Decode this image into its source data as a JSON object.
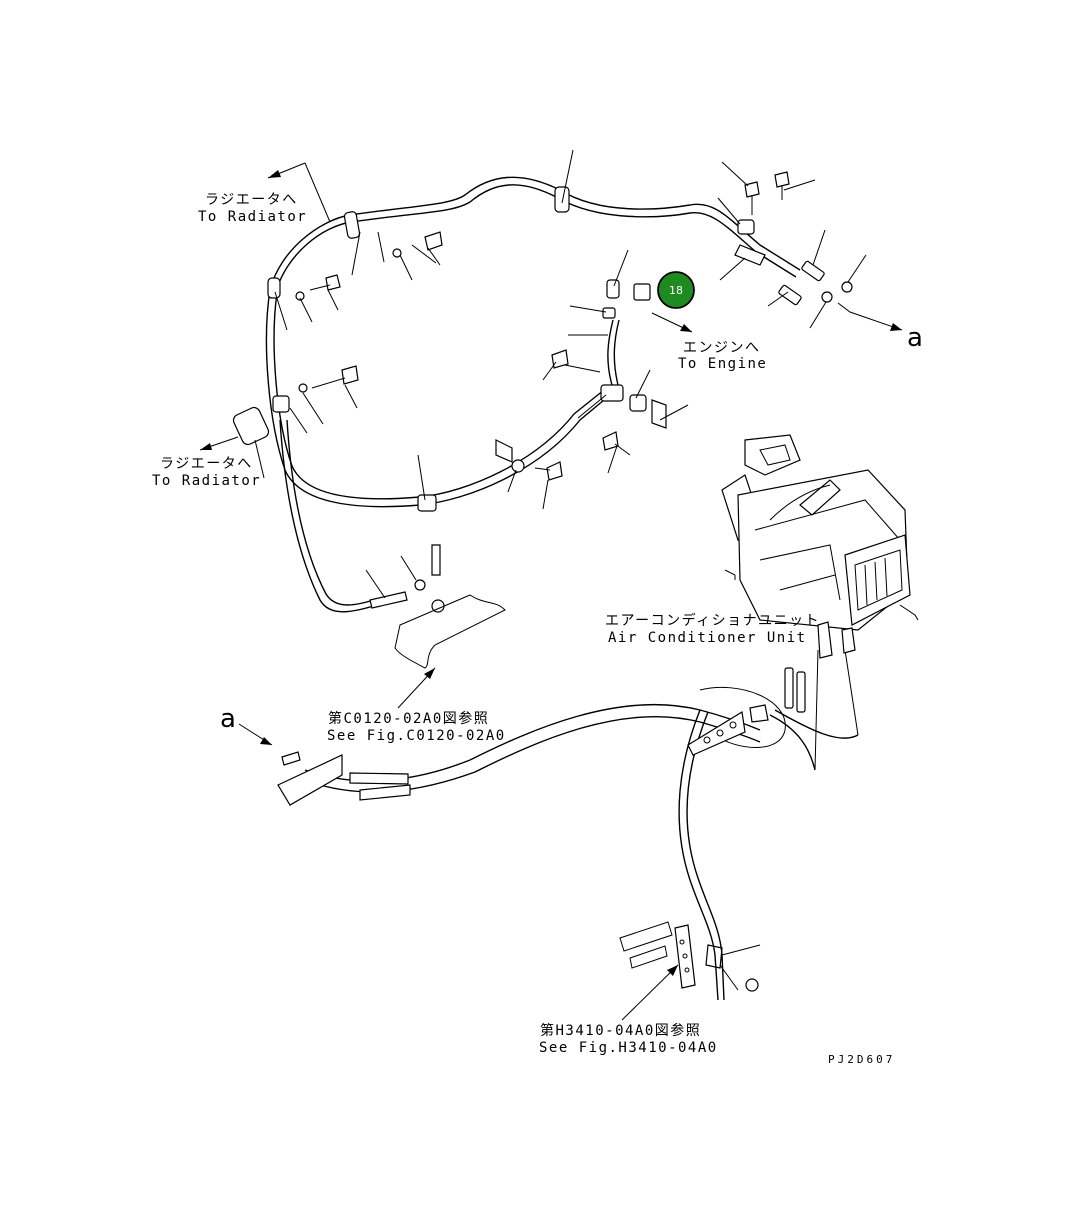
{
  "labels": {
    "to_radiator_top_jp": "ラジエータへ",
    "to_radiator_top_en": "To Radiator",
    "to_radiator_left_jp": "ラジエータへ",
    "to_radiator_left_en": "To Radiator",
    "to_engine_jp": "エンジンへ",
    "to_engine_en": "To Engine",
    "ac_unit_jp": "エアーコンディショナユニット",
    "ac_unit_en": "Air Conditioner Unit",
    "see_fig_c_jp": "第C0120-02A0図参照",
    "see_fig_c_en": "See Fig.C0120-02A0",
    "see_fig_h_jp": "第H3410-04A0図参照",
    "see_fig_h_en": "See Fig.H3410-04A0",
    "ref_a_right": "a",
    "ref_a_left": "a",
    "drawing_code": "PJ2D607"
  },
  "callout": {
    "number": "18",
    "color": "#1f8a1f"
  }
}
